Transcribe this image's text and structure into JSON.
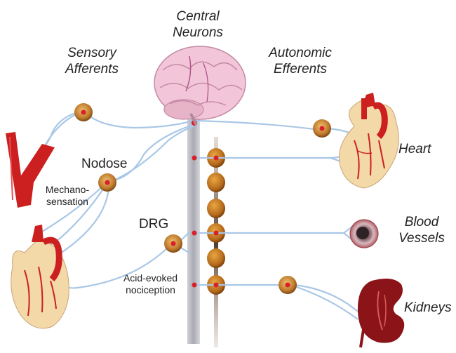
{
  "labels": {
    "central_line1": "Central",
    "central_line2": "Neurons",
    "sensory_line1": "Sensory",
    "sensory_line2": "Afferents",
    "autonomic_line1": "Autonomic",
    "autonomic_line2": "Efferents",
    "nodose": "Nodose",
    "mechano_line1": "Mechano-",
    "mechano_line2": "sensation",
    "drg": "DRG",
    "acid_line1": "Acid-evoked",
    "acid_line2": "nociception",
    "heart": "Heart",
    "blood_line1": "Blood",
    "blood_line2": "Vessels",
    "kidneys": "Kidneys"
  },
  "colors": {
    "nerve": "#a9c7e6",
    "ganglion": "#b8702a",
    "ganglion_center": "#d8202a",
    "organ_red": "#cc1f1f",
    "heart_tan": "#f3d8a8",
    "brain_pink": "#f2c6d8"
  }
}
